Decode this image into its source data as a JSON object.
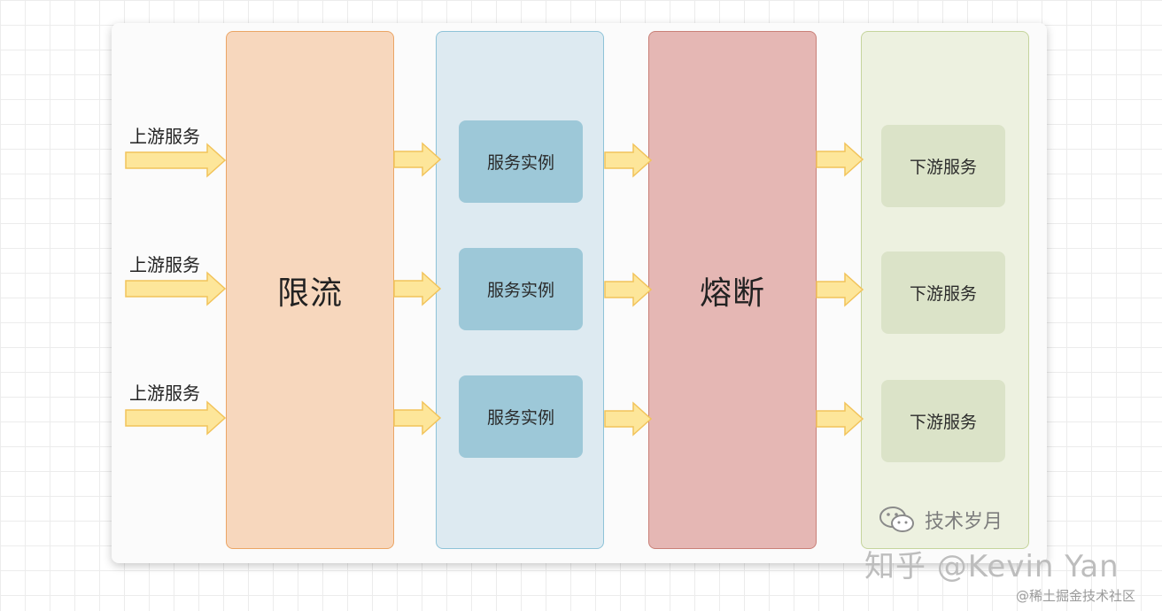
{
  "diagram": {
    "upstream_labels": [
      "上游服务",
      "上游服务",
      "上游服务"
    ],
    "limit_label": "限流",
    "instance_labels": [
      "服务实例",
      "服务实例",
      "服务实例"
    ],
    "breaker_label": "熔断",
    "downstream_labels": [
      "下游服务",
      "下游服务",
      "下游服务"
    ]
  },
  "watermarks": {
    "wechat": "技术岁月",
    "zhihu": "知乎 @Kevin Yan",
    "juejin": "@稀土掘金技术社区"
  },
  "colors": {
    "limit_fill": "#f7d7bd",
    "instance_fill": "#ddeaf1",
    "breaker_fill": "#e5b7b4",
    "downstream_fill": "#edf1e0",
    "arrow_fill": "#fde69a",
    "arrow_stroke": "#f2c35a"
  },
  "icons": [
    "arrow-right-icon",
    "wechat-icon"
  ]
}
